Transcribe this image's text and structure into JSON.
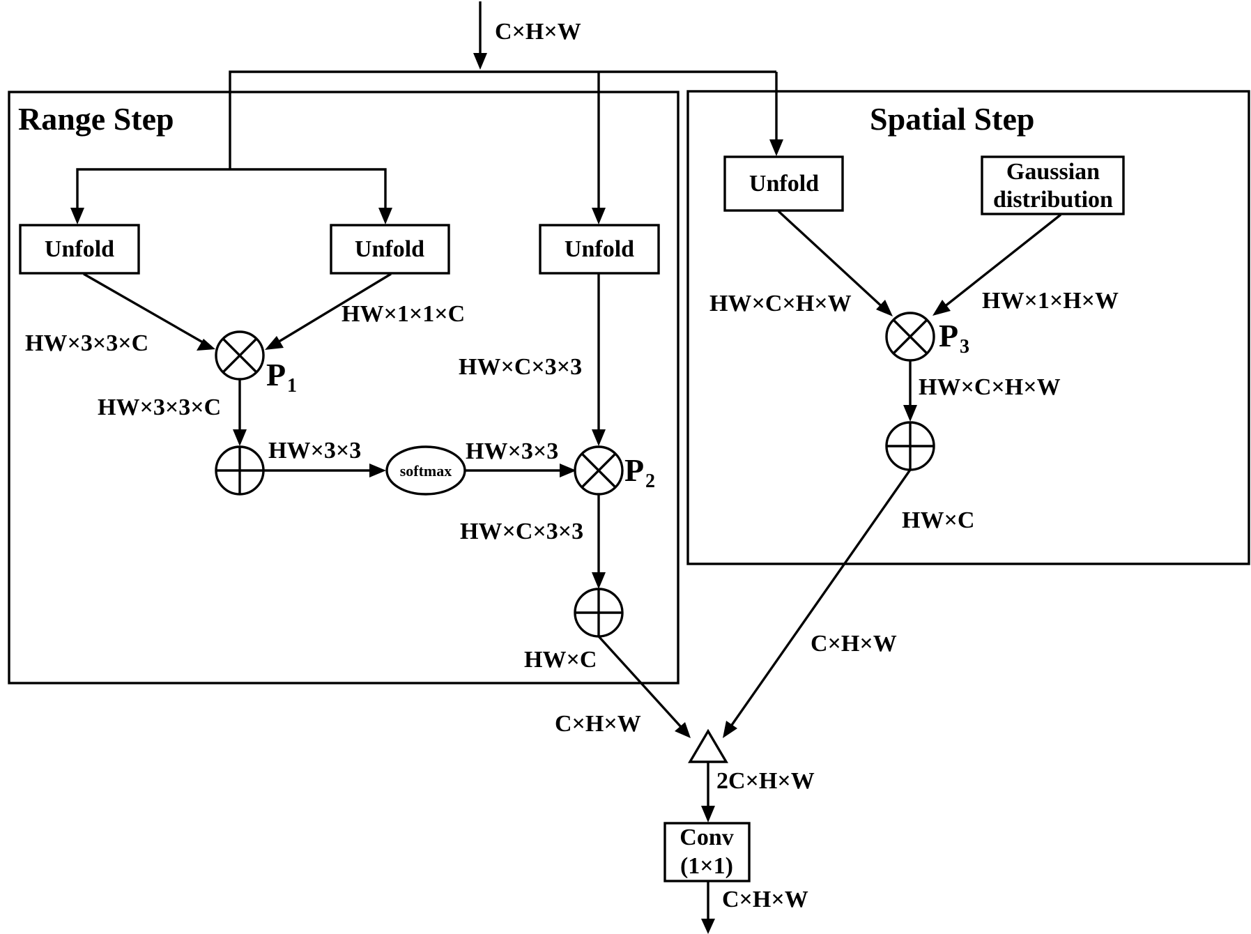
{
  "input_dim": "C×H×W",
  "range_step": {
    "title": "Range Step",
    "unfold_left": "Unfold",
    "unfold_mid": "Unfold",
    "unfold_right": "Unfold",
    "dim_left_unfold": "HW×3×3×C",
    "dim_mid_unfold": "HW×1×1×C",
    "dim_right_unfold": "HW×C×3×3",
    "p1": {
      "letter": "P",
      "sub": "1"
    },
    "dim_p1_out": "HW×3×3×C",
    "dim_sum_out": "HW×3×3",
    "softmax": "softmax",
    "dim_softmax_out": "HW×3×3",
    "p2": {
      "letter": "P",
      "sub": "2"
    },
    "dim_p2_out": "HW×C×3×3",
    "dim_range_out": "HW×C"
  },
  "spatial_step": {
    "title": "Spatial Step",
    "unfold": "Unfold",
    "gaussian_line1": "Gaussian",
    "gaussian_line2": "distribution",
    "dim_unfold": "HW×C×H×W",
    "dim_gaussian": "HW×1×H×W",
    "p3": {
      "letter": "P",
      "sub": "3"
    },
    "dim_p3_out": "HW×C×H×W",
    "dim_spatial_out": "HW×C"
  },
  "merge": {
    "dim_range_branch": "C×H×W",
    "dim_spatial_branch": "C×H×W",
    "dim_concat_out": "2C×H×W",
    "conv_line1": "Conv",
    "conv_line2": "(1×1)",
    "output_dim": "C×H×W"
  }
}
